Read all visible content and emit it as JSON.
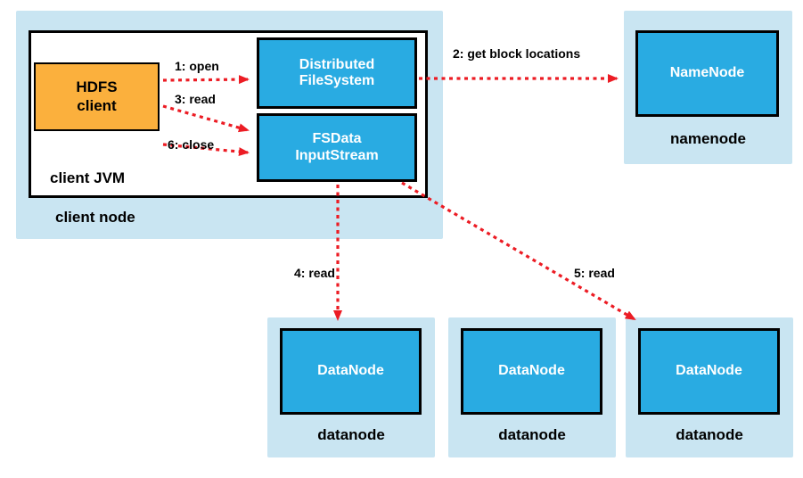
{
  "diagram": {
    "title_semantic": "HDFS client read data flow",
    "client_node": {
      "label": "client node",
      "jvm_label": "client JVM",
      "hdfs_client": "HDFS\nclient",
      "distributed_filesystem": "Distributed\nFileSystem",
      "fsdata_inputstream": "FSData\nInputStream"
    },
    "namenode": {
      "box_label": "NameNode",
      "container_label": "namenode"
    },
    "datanodes": [
      {
        "box_label": "DataNode",
        "container_label": "datanode"
      },
      {
        "box_label": "DataNode",
        "container_label": "datanode"
      },
      {
        "box_label": "DataNode",
        "container_label": "datanode"
      }
    ],
    "arrows": [
      {
        "id": 1,
        "label": "1: open"
      },
      {
        "id": 2,
        "label": "2: get block locations"
      },
      {
        "id": 3,
        "label": "3: read"
      },
      {
        "id": 4,
        "label": "4: read"
      },
      {
        "id": 5,
        "label": "5: read"
      },
      {
        "id": 6,
        "label": "6: close"
      }
    ],
    "colors": {
      "container_bg": "#c9e5f2",
      "node_fill": "#29abe2",
      "client_fill": "#fbb03d",
      "arrow": "#ec1c24",
      "border": "#000000"
    }
  }
}
